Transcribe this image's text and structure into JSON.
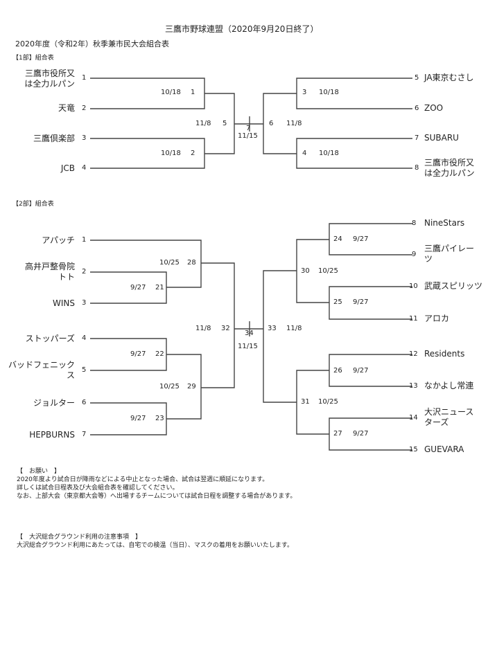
{
  "header": {
    "title": "三鷹市野球連盟（2020年9月20日終了）",
    "subtitle": "2020年度（令和2年）秋季兼市民大会組合表"
  },
  "div1": {
    "label": "【1部】組合表",
    "left_teams": [
      {
        "name": "三鷹市役所又\nは全力ルパン",
        "num": "1"
      },
      {
        "name": "天竜",
        "num": "2"
      },
      {
        "name": "三鷹倶楽部",
        "num": "3"
      },
      {
        "name": "JCB",
        "num": "4"
      }
    ],
    "right_teams": [
      {
        "name": "JA東京むさし",
        "num": "5"
      },
      {
        "name": "ZOO",
        "num": "6"
      },
      {
        "name": "SUBARU",
        "num": "7"
      },
      {
        "name": "三鷹市役所又\nは全力ルパン",
        "num": "8"
      }
    ],
    "games": [
      {
        "date": "10/18",
        "game": "1"
      },
      {
        "date": "10/18",
        "game": "2"
      },
      {
        "date": "10/18",
        "game": "3"
      },
      {
        "date": "10/18",
        "game": "4"
      },
      {
        "date": "11/8",
        "game": "5"
      },
      {
        "date": "11/8",
        "game": "6"
      }
    ],
    "final": {
      "game": "7",
      "date": "11/15"
    }
  },
  "div2": {
    "label": "【2部】組合表",
    "left_teams": [
      {
        "name": "アパッチ",
        "num": "1"
      },
      {
        "name": "高井戸整骨院\nトト",
        "num": "2"
      },
      {
        "name": "WINS",
        "num": "3"
      },
      {
        "name": "ストッパーズ",
        "num": "4"
      },
      {
        "name": "バッドフェニック\nス",
        "num": "5"
      },
      {
        "name": "ジョルター",
        "num": "6"
      },
      {
        "name": "HEPBURNS",
        "num": "7"
      }
    ],
    "right_teams": [
      {
        "name": "NineStars",
        "num": "8"
      },
      {
        "name": "三鷹パイレー\nツ",
        "num": "9"
      },
      {
        "name": "武蔵スピリッツ",
        "num": "10"
      },
      {
        "name": "アロカ",
        "num": "11"
      },
      {
        "name": "Residents",
        "num": "12"
      },
      {
        "name": "なかよし常連",
        "num": "13"
      },
      {
        "name": "大沢ニュース\nターズ",
        "num": "14"
      },
      {
        "name": "GUEVARA",
        "num": "15"
      }
    ],
    "games": {
      "g21": {
        "date": "9/27",
        "game": "21"
      },
      "g22": {
        "date": "9/27",
        "game": "22"
      },
      "g23": {
        "date": "9/27",
        "game": "23"
      },
      "g24": {
        "date": "9/27",
        "game": "24"
      },
      "g25": {
        "date": "9/27",
        "game": "25"
      },
      "g26": {
        "date": "9/27",
        "game": "26"
      },
      "g27": {
        "date": "9/27",
        "game": "27"
      },
      "g28": {
        "date": "10/25",
        "game": "28"
      },
      "g29": {
        "date": "10/25",
        "game": "29"
      },
      "g30": {
        "date": "10/25",
        "game": "30"
      },
      "g31": {
        "date": "10/25",
        "game": "31"
      },
      "g32": {
        "date": "11/8",
        "game": "32"
      },
      "g33": {
        "date": "11/8",
        "game": "33"
      }
    },
    "final": {
      "game": "34",
      "date": "11/15"
    }
  },
  "notes": {
    "request_title": "【　お願い　】",
    "request_lines": [
      "2020年度より試合日が降雨などによる中止となった場合、試合は翌週に順延になります。",
      "詳しくは試合日程表及び大会組合表を確認してください。",
      "なお、上部大会（東京都大会等）へ出場するチームについては試合日程を調整する場合があります。"
    ],
    "ground_title": "【　大沢総合グラウンド利用の注意事項　】",
    "ground_lines": [
      "大沢総合グラウンド利用にあたっては、自宅での検温（当日）、マスクの着用をお願いいたします。"
    ]
  }
}
